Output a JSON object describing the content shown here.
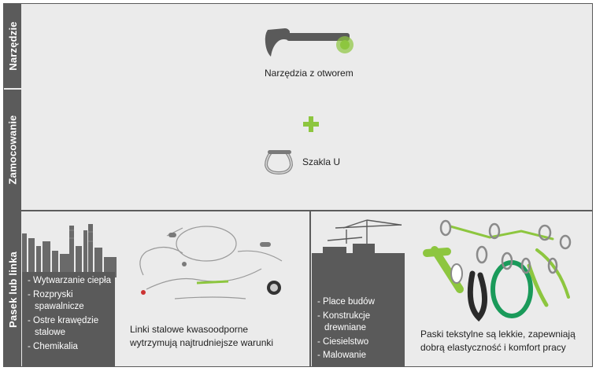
{
  "sections": {
    "tool": {
      "title": "Narzędzie",
      "item_label": "Narzędzia z otworem"
    },
    "attachment": {
      "title": "Zamocowanie",
      "item_label": "Szakla U"
    },
    "lanyard": {
      "title": "Pasek lub linka"
    }
  },
  "left_panel": {
    "bullets": [
      "Wytwarzanie ciepła",
      "Rozpryski spawalnicze",
      "Ostre krawędzie stalowe",
      "Chemikalia"
    ],
    "description": "Linki stalowe kwasoodporne wytrzymują najtrudniejsze warunki"
  },
  "right_panel": {
    "bullets": [
      "Place budów",
      "Konstrukcje drewniane",
      "Ciesielstwo",
      "Malowanie"
    ],
    "description": "Paski tekstylne są lekkie, zapewniają dobrą elastyczność i komfort pracy"
  },
  "colors": {
    "accent_green": "#8dc63f",
    "dark_gray": "#5b5b5b",
    "background": "#ebebeb"
  },
  "icons": [
    "hammer-icon",
    "plus-icon",
    "shackle-icon",
    "industrial-skyline-icon",
    "construction-skyline-icon",
    "steel-lanyard-illustration",
    "textile-lanyard-illustration"
  ]
}
